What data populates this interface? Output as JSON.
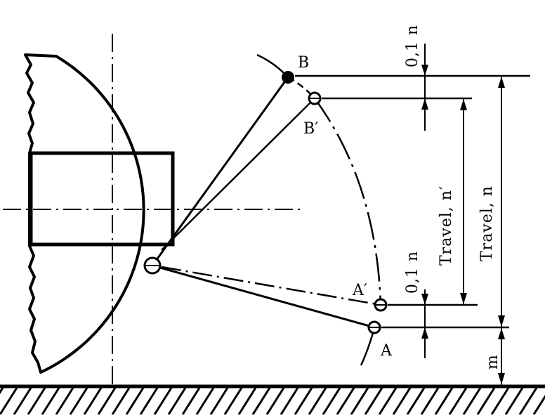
{
  "labels": {
    "point_b": "B",
    "point_b_prime": "B′",
    "point_a": "A",
    "point_a_prime": "A′",
    "top_clearance": "0,1 n",
    "bottom_clearance": "0,1 n",
    "travel_n_prime": "Travel, n′",
    "travel_n": "Travel, n",
    "ground_clearance": "m"
  },
  "colors": {
    "ink": "#000000",
    "paper": "#ffffff"
  }
}
